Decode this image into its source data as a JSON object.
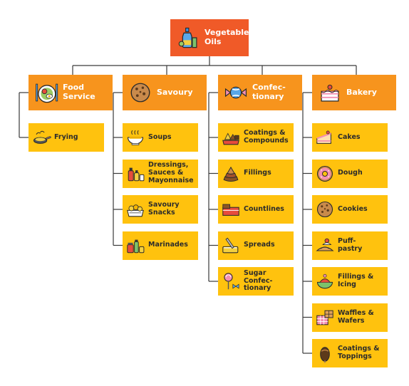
{
  "root": {
    "label": "Vegetable\nOils",
    "icon": "oil-bottles-icon"
  },
  "categories": [
    {
      "key": "food-service",
      "label": "Food\nService",
      "icon": "food-plate-icon",
      "items": [
        {
          "key": "frying",
          "label": "Frying",
          "icon": "frying-pan-icon"
        }
      ]
    },
    {
      "key": "savoury",
      "label": "Savoury",
      "icon": "cookie-icon",
      "items": [
        {
          "key": "soups",
          "label": "Soups",
          "icon": "soup-bowl-icon"
        },
        {
          "key": "dressings",
          "label": "Dressings,\nSauces &\nMayonnaise",
          "icon": "sauce-bottles-icon"
        },
        {
          "key": "savoury-snacks",
          "label": "Savoury\nSnacks",
          "icon": "snacks-icon"
        },
        {
          "key": "marinades",
          "label": "Marinades",
          "icon": "marinade-jars-icon"
        }
      ]
    },
    {
      "key": "confectionary",
      "label": "Confec-\ntionary",
      "icon": "candy-icon",
      "items": [
        {
          "key": "coatings-compounds",
          "label": "Coatings &\nCompounds",
          "icon": "chocolate-tray-icon"
        },
        {
          "key": "fillings",
          "label": "Fillings",
          "icon": "chocolate-swirl-icon"
        },
        {
          "key": "countlines",
          "label": "Countlines",
          "icon": "candy-bar-icon"
        },
        {
          "key": "spreads",
          "label": "Spreads",
          "icon": "spread-knife-icon"
        },
        {
          "key": "sugar-confectionary",
          "label": "Sugar\nConfec-\ntionary",
          "icon": "lollipop-icon"
        }
      ]
    },
    {
      "key": "bakery",
      "label": "Bakery",
      "icon": "cake-icon",
      "items": [
        {
          "key": "cakes",
          "label": "Cakes",
          "icon": "cake-slice-icon"
        },
        {
          "key": "dough",
          "label": "Dough",
          "icon": "donut-icon"
        },
        {
          "key": "cookies",
          "label": "Cookies",
          "icon": "cookie-icon"
        },
        {
          "key": "puff-pastry",
          "label": "Puff-\npastry",
          "icon": "pastry-icon"
        },
        {
          "key": "fillings-icing",
          "label": "Fillings &\nIcing",
          "icon": "icing-bowl-icon"
        },
        {
          "key": "waffles-wafers",
          "label": "Waffles &\nWafers",
          "icon": "wafer-icon"
        },
        {
          "key": "coatings-toppings",
          "label": "Coatings &\nToppings",
          "icon": "chocolate-dip-icon"
        }
      ]
    }
  ],
  "colors": {
    "root": "#f05a28",
    "category": "#f7941d",
    "item": "#ffc20e",
    "connector": "#3a3a3a"
  }
}
